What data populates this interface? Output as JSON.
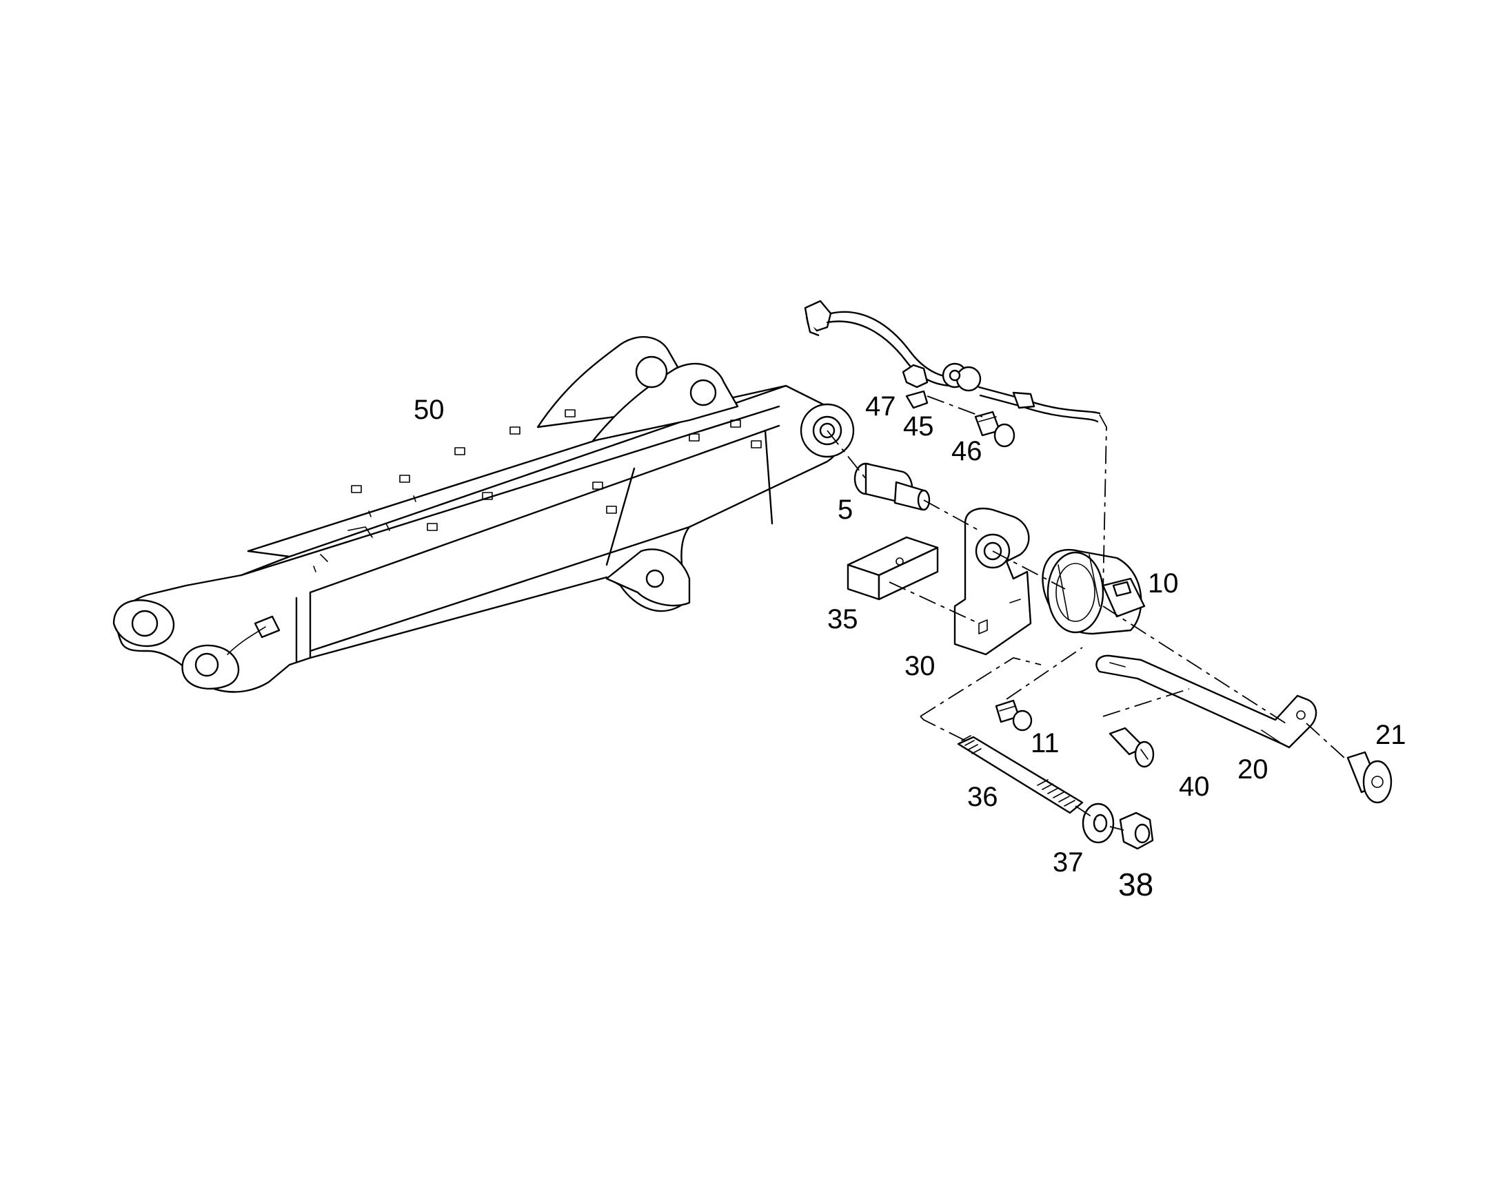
{
  "diagram": {
    "callouts": [
      "50",
      "47",
      "45",
      "46",
      "5",
      "10",
      "35",
      "30",
      "11",
      "36",
      "37",
      "38",
      "40",
      "20",
      "21"
    ]
  }
}
